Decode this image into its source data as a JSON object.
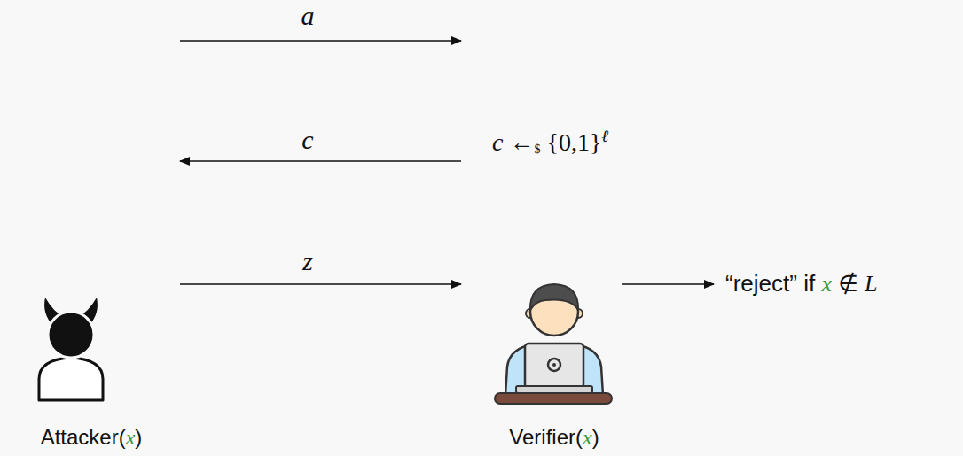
{
  "diagram": {
    "labels": [
      "a",
      "c",
      "c ←$ {0,1}ℓ",
      "z",
      "“reject” if x ∉ L",
      "Attacker(x)",
      "Verifier(x)"
    ]
  }
}
